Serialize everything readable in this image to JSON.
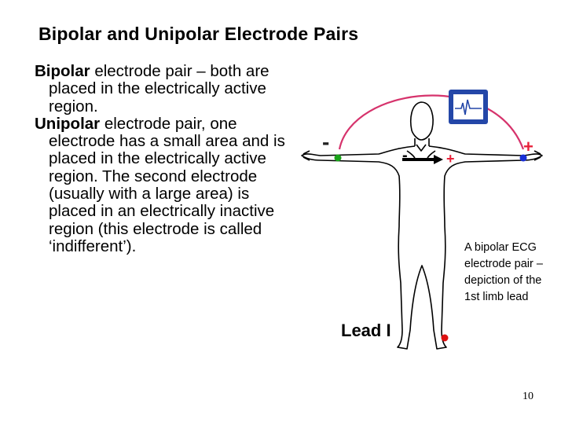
{
  "slide": {
    "title": "Bipolar and Unipolar Electrode Pairs",
    "bipolar_term": "Bipolar",
    "bipolar_text": " electrode pair – both are placed in the electrically active region.",
    "unipolar_term": "Unipolar",
    "unipolar_text": " electrode pair, one electrode has a small area and is placed in the electrically active region. The second electrode (usually with a large area) is placed in an electrically inactive region (this electrode is called ‘indifferent’).",
    "page_number": "10"
  },
  "figure": {
    "lead_label": "Lead I",
    "minus_label": "-",
    "plus_label": "+",
    "caption": "A bipolar ECG electrode pair – depiction of the 1st limb lead",
    "colors": {
      "cable": "#d6336c",
      "monitor": "#2447a8",
      "left_electrode": "#1aa31a",
      "right_electrode": "#1a2fd6",
      "leg_electrode": "#dd1111",
      "plus_sign": "#e8213a",
      "minus_sign": "#222222"
    }
  }
}
